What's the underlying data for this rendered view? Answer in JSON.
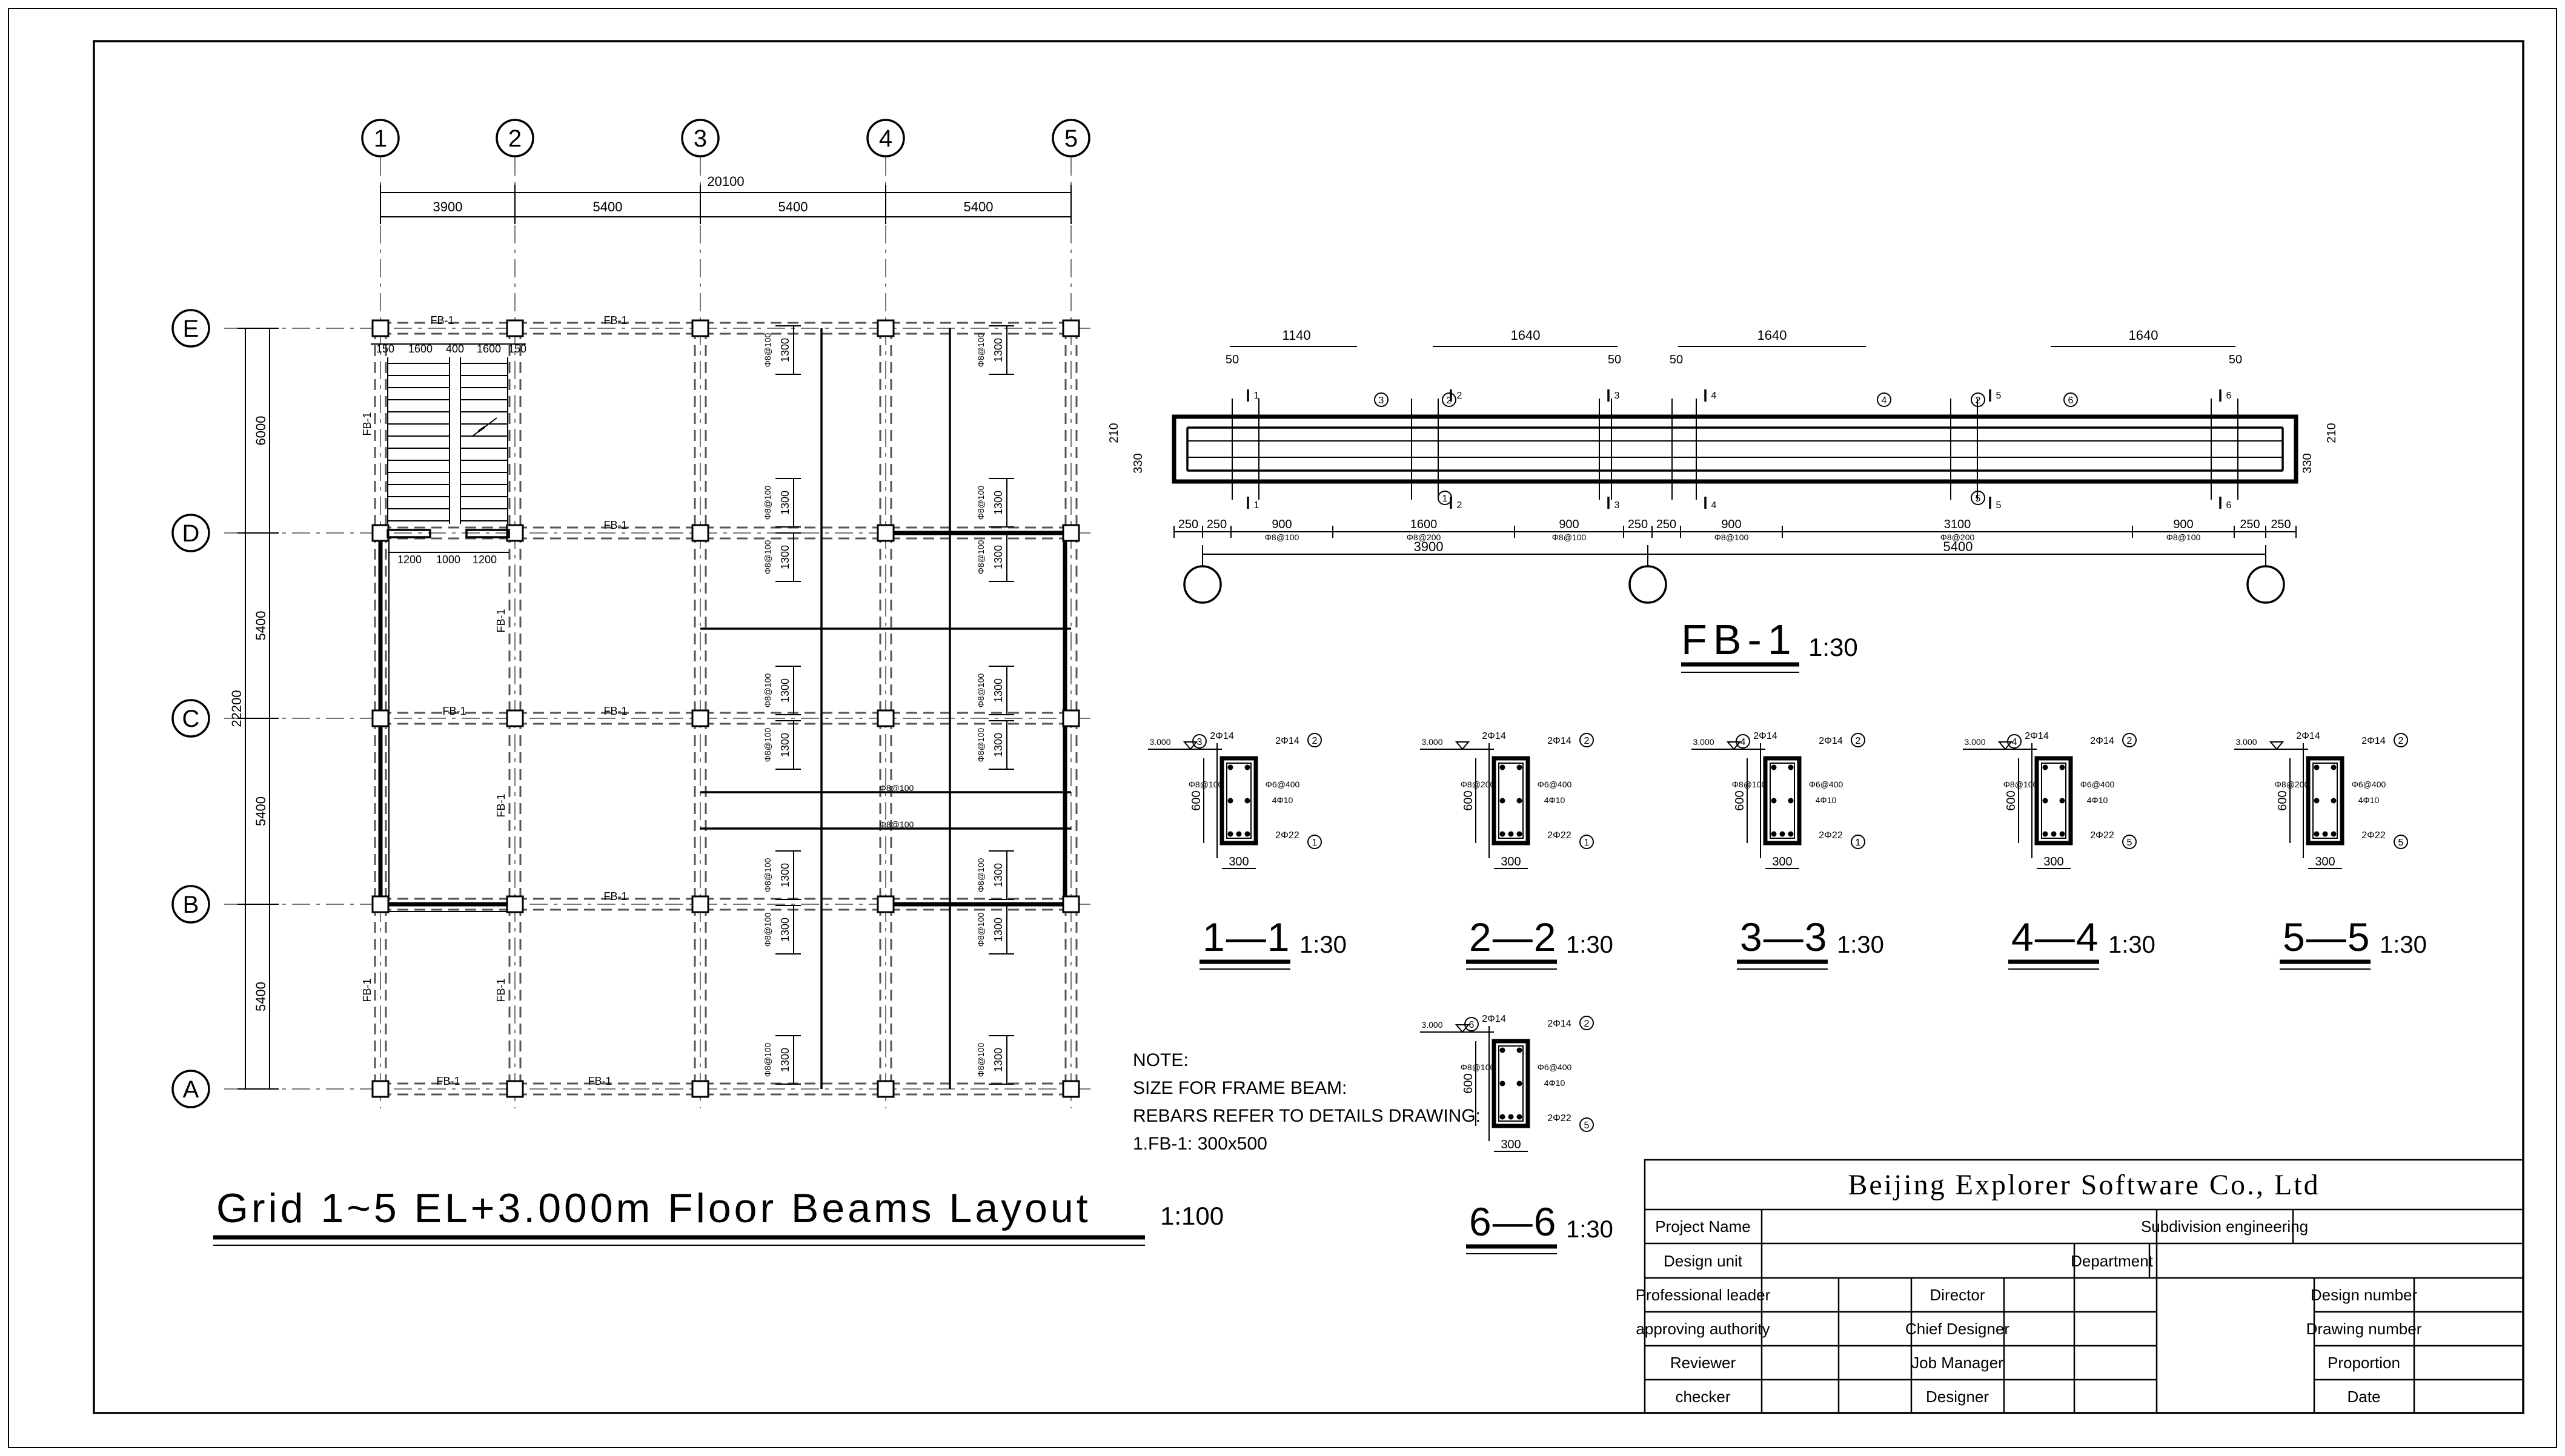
{
  "drawing": {
    "plan_title": "Grid 1~5 EL+3.000m Floor Beams Layout",
    "plan_scale": "1:100",
    "grid_columns": [
      "1",
      "2",
      "3",
      "4",
      "5"
    ],
    "grid_rows": [
      "E",
      "D",
      "C",
      "B",
      "A"
    ],
    "total_width": "20100",
    "bay_widths": [
      "3900",
      "5400",
      "5400",
      "5400"
    ],
    "row_spacings": [
      "6000",
      "5400",
      "5400",
      "5400"
    ],
    "total_depth": "22200",
    "beam_label": "FB-1",
    "stair_dims": [
      "150",
      "1600",
      "400",
      "1600",
      "150"
    ],
    "opening_dims": [
      "1200",
      "1000",
      "1200"
    ],
    "span_1300": "1300",
    "rebar_100": "Φ8@100",
    "elevation_label": "FB-1",
    "elevation_scale": "1:30",
    "top_dims": [
      "1140",
      "1640",
      "1640",
      "1640"
    ],
    "small_50": "50",
    "height_210": "210",
    "height_330": "330",
    "bottom_dims": [
      "250",
      "250",
      "900",
      "1600",
      "900",
      "250",
      "250",
      "900",
      "3100",
      "900",
      "250",
      "250"
    ],
    "spans": [
      "3900",
      "5400"
    ],
    "rebar_200": "Φ8@200",
    "sections": [
      {
        "label": "1—1",
        "scale": "1:30"
      },
      {
        "label": "2—2",
        "scale": "1:30"
      },
      {
        "label": "3—3",
        "scale": "1:30"
      },
      {
        "label": "4—4",
        "scale": "1:30"
      },
      {
        "label": "5—5",
        "scale": "1:30"
      },
      {
        "label": "6—6",
        "scale": "1:30"
      }
    ],
    "sec_elev": "3.000",
    "sec_height": "600",
    "sec_width": "300",
    "sec_top": "2Φ14",
    "sec_bot": "2Φ22",
    "sec_stir1": "Φ8@100",
    "sec_stir2": "Φ8@200",
    "sec_side1": "Φ6@400",
    "sec_side2": "4Φ10",
    "notes": [
      "NOTE:",
      "SIZE FOR FRAME BEAM:",
      "REBARS REFER TO DETAILS DRAWING:",
      "1.FB-1: 300x500"
    ]
  },
  "title_block": {
    "company": "Beijing Explorer Software Co., Ltd",
    "project_name": "Project Name",
    "subdivision": "Subdivision engineering",
    "design_unit": "Design unit",
    "department": "Department",
    "professional_leader": "Professional leader",
    "director": "Director",
    "design_number": "Design number",
    "approving_authority": "approving authority",
    "chief_designer": "Chief Designer",
    "drawing_number": "Drawing number",
    "reviewer": "Reviewer",
    "job_manager": "Job Manager",
    "proportion": "Proportion",
    "checker": "checker",
    "designer": "Designer",
    "date": "Date"
  }
}
